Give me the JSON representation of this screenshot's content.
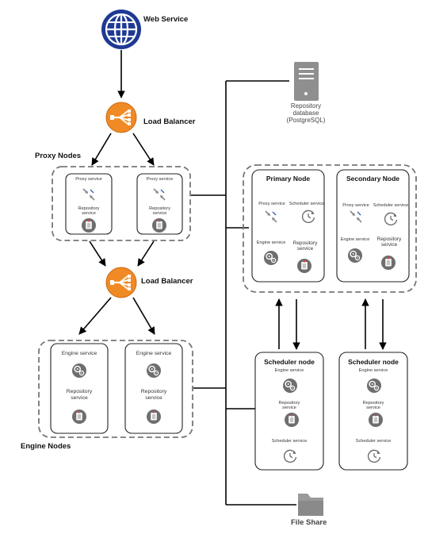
{
  "labels": {
    "web_service": "Web Service",
    "load_balancer_top": "Load Balancer",
    "load_balancer_mid": "Load Balancer",
    "proxy_nodes": "Proxy Nodes",
    "engine_nodes": "Engine Nodes",
    "repo_db_line1": "Repository",
    "repo_db_line2": "database",
    "repo_db_line3": "(PostgreSQL)",
    "file_share": "File Share",
    "primary_node": "Primary Node",
    "secondary_node": "Secondary  Node",
    "scheduler_node_1": "Scheduler node",
    "scheduler_node_2": "Scheduler node"
  },
  "services": {
    "proxy": "Proxy service",
    "repository_l1": "Repository",
    "repository_l2": "service",
    "engine": "Engine service",
    "scheduler": "Scheduler service"
  },
  "icons": [
    "globe-icon",
    "load-balancer-icon",
    "server-icon",
    "folder-icon",
    "proxy-arrows-icon",
    "repository-icon",
    "gears-icon",
    "clock-icon"
  ],
  "colors": {
    "globe": "#1f3a93",
    "load_balancer": "#f08a24",
    "server": "#8f8f8f",
    "folder": "#9a9a9a",
    "icon_gray": "#8a8a8a",
    "icon_dark": "#555555"
  }
}
